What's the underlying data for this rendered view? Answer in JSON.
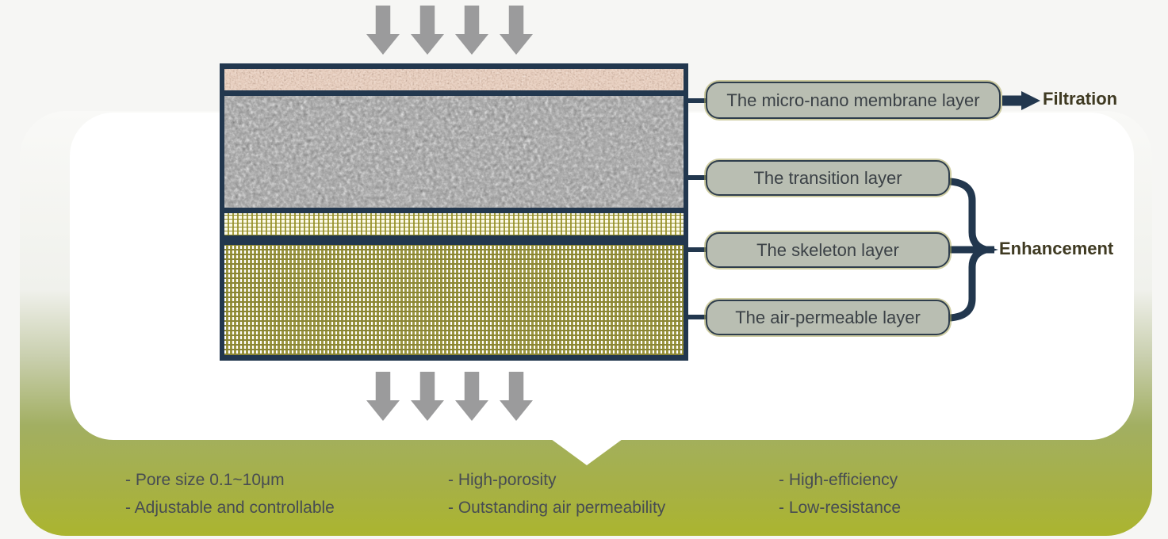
{
  "pills": [
    {
      "id": "membrane",
      "label": "The micro-nano membrane layer"
    },
    {
      "id": "transition",
      "label": "The transition layer"
    },
    {
      "id": "skeleton",
      "label": "The skeleton layer"
    },
    {
      "id": "air",
      "label": "The air-permeable layer"
    }
  ],
  "annotations": {
    "filtration": "Filtration",
    "enhancement": "Enhancement"
  },
  "features": {
    "col1": [
      "- Pore size 0.1~10μm",
      "- Adjustable and controllable"
    ],
    "col2": [
      "- High-porosity",
      "- Outstanding air permeability"
    ],
    "col3": [
      "- High-efficiency",
      "- Low-resistance"
    ]
  },
  "icons": {
    "flow_arrows": "down-arrow-icon",
    "filtration_arrow": "right-arrow-icon",
    "enhancement_brace": "curly-brace-icon"
  },
  "colors": {
    "navy": "#22374e",
    "pill_fill": "#b9beb2",
    "pill_border": "#2e3d4c",
    "pill_ring_yellow": "#a8a455",
    "arrow_gray": "#9b9b9c",
    "green_bottom": "#abb52f",
    "green_mid": "#a2af62",
    "feature_text": "#474c52",
    "annotation_text": "#3f3a22"
  }
}
